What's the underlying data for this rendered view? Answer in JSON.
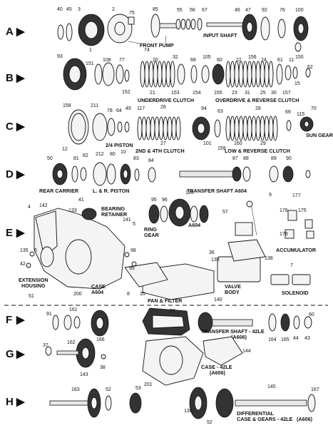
{
  "rows": [
    {
      "letter": "A",
      "arrow": "▶"
    },
    {
      "letter": "B",
      "arrow": "▶"
    },
    {
      "letter": "C",
      "arrow": "▶"
    },
    {
      "letter": "D",
      "arrow": "▶"
    },
    {
      "letter": "E",
      "arrow": "▶"
    },
    {
      "letter": "F",
      "arrow": "▶"
    },
    {
      "letter": "G",
      "arrow": "▶"
    },
    {
      "letter": "H",
      "arrow": "▶"
    }
  ],
  "labels": {
    "front_pump": "FRONT PUMP",
    "input_shaft": "INPUT SHAFT",
    "underdrive_clutch": "UNDERDRIVE CLUTCH",
    "overdrive_reverse_clutch": "OVERDRIVE & REVERSE CLUTCH",
    "sun_gear": "SUN GEAR",
    "piston_2_4": "2/4 PISTON",
    "clutch_2_4": "2ND & 4TH CLUTCH",
    "low_reverse_clutch": "LOW & REVERSE CLUTCH",
    "rear_carrier": "REAR CARRIER",
    "lr_piston": "L. & R. PISTON",
    "transfer_shaft_a604": "TRANSFER SHAFT  A604",
    "bearing_retainer_1": "BEARING",
    "bearing_retainer_2": "RETAINER",
    "ring_gear_1": "RING",
    "ring_gear_2": "GEAR",
    "a604_small": "A604",
    "accumulator": "ACCUMULATOR",
    "extension_housing_1": "EXTENSION",
    "extension_housing_2": "HOUSING",
    "case_a604_1": "CASE",
    "case_a604_2": "A604",
    "pan_filter": "PAN & FILTER",
    "valve_body_1": "VALVE",
    "valve_body_2": "BODY",
    "solenoid": "SOLENOID",
    "transfer_shaft_42le_1": "TRANSFER SHAFT - 42LE",
    "transfer_shaft_42le_2": "(A606)",
    "case_42le_1": "CASE - 42LE",
    "case_42le_2": "(A606)",
    "differential_1": "DIFFERENTIAL",
    "differential_2": "CASE & GEARS - 42LE",
    "differential_3": "(A606)"
  },
  "callouts": {
    "a": [
      "40",
      "45",
      "3",
      "2",
      "75",
      "85",
      "55",
      "56",
      "67",
      "46",
      "47",
      "92",
      "76",
      "100",
      "74",
      "150",
      "1"
    ],
    "b": [
      "93",
      "151",
      "108",
      "77",
      "152",
      "20",
      "32",
      "68",
      "105",
      "60",
      "22",
      "156",
      "24",
      "61",
      "11",
      "62",
      "21",
      "153",
      "154",
      "155",
      "23",
      "31",
      "25",
      "30",
      "157",
      "15"
    ],
    "c": [
      "158",
      "211",
      "78",
      "64",
      "49",
      "117",
      "26",
      "94",
      "63",
      "28",
      "69",
      "70",
      "115",
      "27",
      "101",
      "159",
      "160",
      "29"
    ],
    "d": [
      "50",
      "12",
      "81",
      "82",
      "212",
      "80",
      "10",
      "83",
      "84",
      "87",
      "88",
      "89",
      "90",
      "9"
    ],
    "e": [
      "4",
      "142",
      "41",
      "133",
      "141",
      "5",
      "135",
      "6",
      "42",
      "51",
      "200",
      "98",
      "99",
      "8",
      "35",
      "95",
      "96",
      "128",
      "57",
      "176",
      "175",
      "177",
      "178",
      "36",
      "138",
      "139",
      "140",
      "7"
    ],
    "f": [
      "91",
      "161",
      "166",
      "97",
      "164",
      "165",
      "44",
      "43",
      "60"
    ],
    "g": [
      "37",
      "162",
      "143",
      "38",
      "201",
      "144"
    ],
    "h": [
      "163",
      "52",
      "53",
      "130",
      "52",
      "145",
      "167"
    ]
  }
}
